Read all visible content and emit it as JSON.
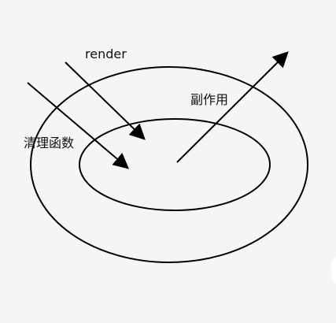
{
  "diagram": {
    "labels": {
      "render": "render",
      "cleanup": "清理函数",
      "side_effect": "副作用"
    },
    "colors": {
      "background": "#f4f5f7",
      "stroke": "#000000",
      "text": "#111111"
    }
  }
}
